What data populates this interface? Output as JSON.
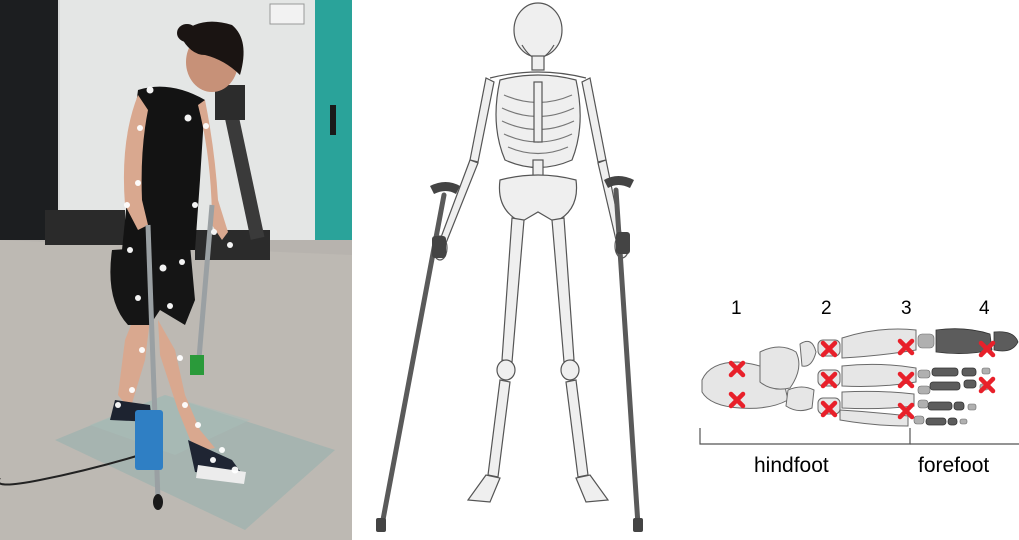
{
  "foot_diagram": {
    "section_numbers": [
      "1",
      "2",
      "3",
      "4"
    ],
    "regions": {
      "hindfoot": "hindfoot",
      "forefoot": "forefoot"
    },
    "marker_color": "#e8202a"
  },
  "photo": {
    "subject": "person walking with forearm crutches and reflective motion-capture markers"
  },
  "skeleton": {
    "subject": "3D skeleton model holding forearm crutches"
  }
}
